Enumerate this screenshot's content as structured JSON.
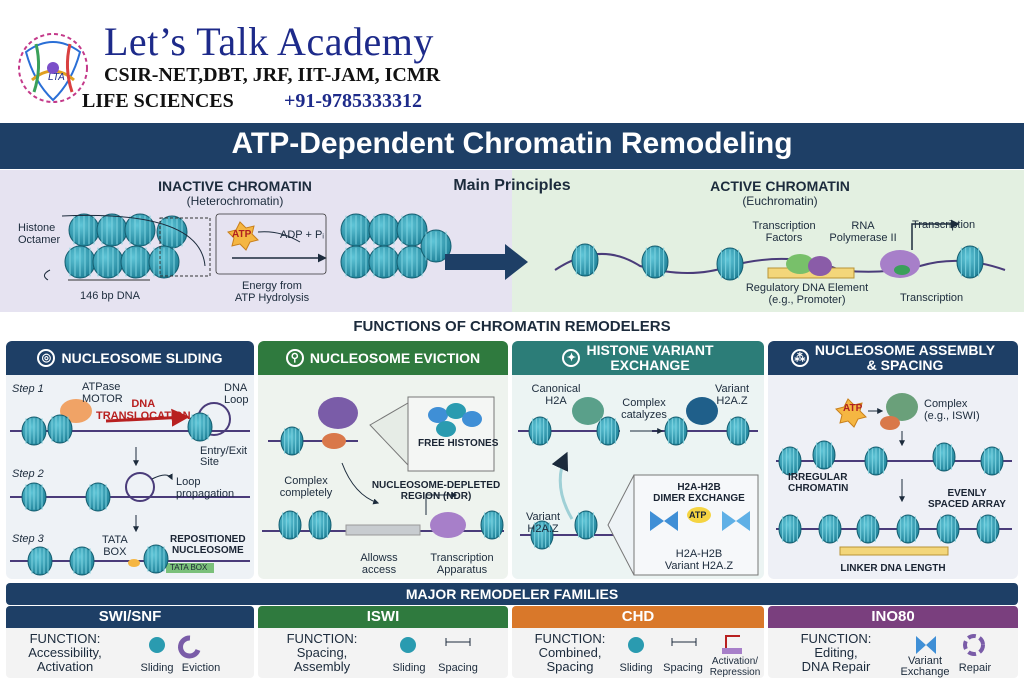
{
  "header": {
    "brand": "Let’s Talk Academy",
    "exams": "CSIR-NET,DBT, JRF, IIT-JAM, ICMR",
    "subject": "LIFE SCIENCES",
    "phone": "+91-9785333312",
    "logo_text": "LTA"
  },
  "title": "ATP-Dependent Chromatin Remodeling",
  "principles": {
    "heading": "Main Principles",
    "inactive_title": "INACTIVE CHROMATIN",
    "inactive_sub": "(Heterochromatin)",
    "histone_octamer": "Histone\nOctamer",
    "dna_length": "146 bp DNA",
    "atp": "ATP",
    "adp": "ADP + Pᵢ",
    "energy": "Energy from\nATP Hydrolysis",
    "active_title": "ACTIVE CHROMATIN",
    "active_sub": "(Euchromatin)",
    "tf": "Transcription\nFactors",
    "rnap": "RNA\nPolymerase II",
    "transcription_top": "Transcription",
    "reg_element": "Regulatory DNA Element\n(e.g., Promoter)",
    "transcription_bottom": "Transcription"
  },
  "functions_title": "FUNCTIONS OF CHROMATIN REMODELERS",
  "cards": {
    "sliding": {
      "title": "NUCLEOSOME SLIDING",
      "step1": "Step 1",
      "step2": "Step 2",
      "step3": "Step 3",
      "atpase": "ATPase\nMOTOR",
      "translocation": "DNA\nTRANSLOCATION",
      "dna_loop": "DNA\nLoop",
      "entry_exit": "Entry/Exit\nSite",
      "loop_prop": "Loop\npropagation",
      "tata": "TATA\nBOX",
      "repositioned": "REPOSITIONED\nNUCLEOSOME",
      "tata_box": "TATA BOX"
    },
    "eviction": {
      "title": "NUCLEOSOME EVICTION",
      "free_histones": "FREE HISTONES",
      "complex_completely": "Complex\ncompletely",
      "ndr": "NUCLEOSOME-DEPLETED\nREGION (NDR)",
      "allows_access": "Allowss\naccess",
      "apparatus": "Transcription\nApparatus"
    },
    "variant": {
      "title": "HISTONE VARIANT\nEXCHANGE",
      "canonical": "Canonical\nH2A",
      "complex_catalyzes": "Complex\ncatalyzes",
      "variant_top": "Variant\nH2A.Z",
      "dimer_exchange": "H2A-H2B\nDIMER EXCHANGE",
      "atp": "ATP",
      "variant_left": "Variant\nH2A.Z",
      "dimer_variant": "H2A-H2B\nVariant H2A.Z"
    },
    "assembly": {
      "title": "NUCLEOSOME ASSEMBLY\n& SPACING",
      "atp": "ATP",
      "complex": "Complex\n(e.g., ISWI)",
      "irregular": "IRREGULAR\nCHROMATIN",
      "even": "EVENLY\nSPACED ARRAY",
      "linker": "LINKER DNA LENGTH"
    }
  },
  "families_title": "MAJOR REMODELER FAMILIES",
  "families": [
    {
      "name": "SWI/SNF",
      "function": "FUNCTION:\nAccessibility,\nActivation",
      "items": [
        "Sliding",
        "Eviction"
      ],
      "color": "#1e3f66"
    },
    {
      "name": "ISWI",
      "function": "FUNCTION:\nSpacing,\nAssembly",
      "items": [
        "Sliding",
        "Spacing"
      ],
      "color": "#2f7a3e"
    },
    {
      "name": "CHD",
      "function": "FUNCTION:\nCombined,\nSpacing",
      "items": [
        "Sliding",
        "Spacing",
        "Activation/\nRepression"
      ],
      "color": "#d9782a"
    },
    {
      "name": "INO80",
      "function": "FUNCTION:\nEditing,\nDNA Repair",
      "items": [
        "Variant\nExchange",
        "Repair"
      ],
      "color": "#7a3f7e"
    }
  ],
  "colors": {
    "navy": "#1e3f66",
    "green": "#2f7a3e",
    "teal": "#2c7d78",
    "orange": "#d9782a",
    "purple": "#7a3f7e",
    "nucleosome": "#2a9bb0"
  }
}
